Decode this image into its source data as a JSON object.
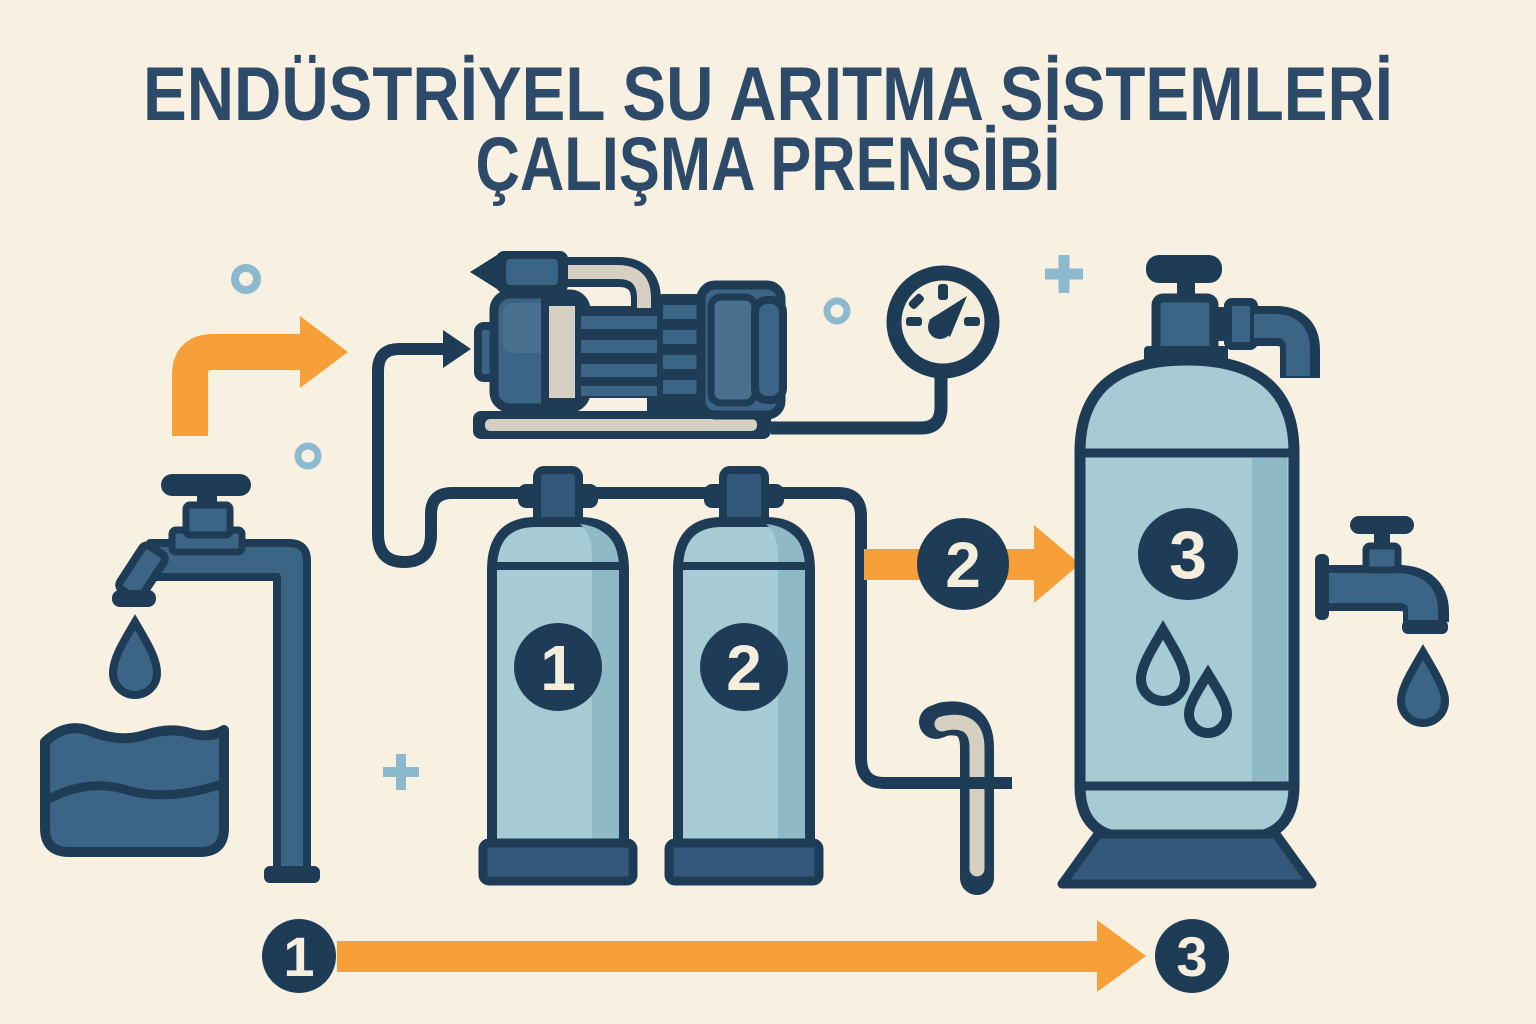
{
  "title": {
    "line1": "ENDÜSTRİYEL SU ARITMA SİSTEMLERİ",
    "line2": "ÇALIŞMA PRENSİBİ"
  },
  "badges": {
    "filter1": "1",
    "filter2": "2",
    "tank": "3",
    "flow_to_tank": "2",
    "flow_start": "1",
    "flow_end": "3"
  },
  "colors": {
    "background": "#f8f0e1",
    "navy": "#1f3c57",
    "title_navy": "#2d4a68",
    "medium_blue": "#3c6484",
    "base_blue": "#33587a",
    "pump_inner": "#49708f",
    "light_blue": "#a6cbd5",
    "light_blue_shade": "#8fb9c6",
    "light_blue_highlight": "#bddde2",
    "orange": "#f79f38",
    "cream": "#f5eedd",
    "gray": "#d5d0c1",
    "accent_blue": "#8cb9cd"
  }
}
